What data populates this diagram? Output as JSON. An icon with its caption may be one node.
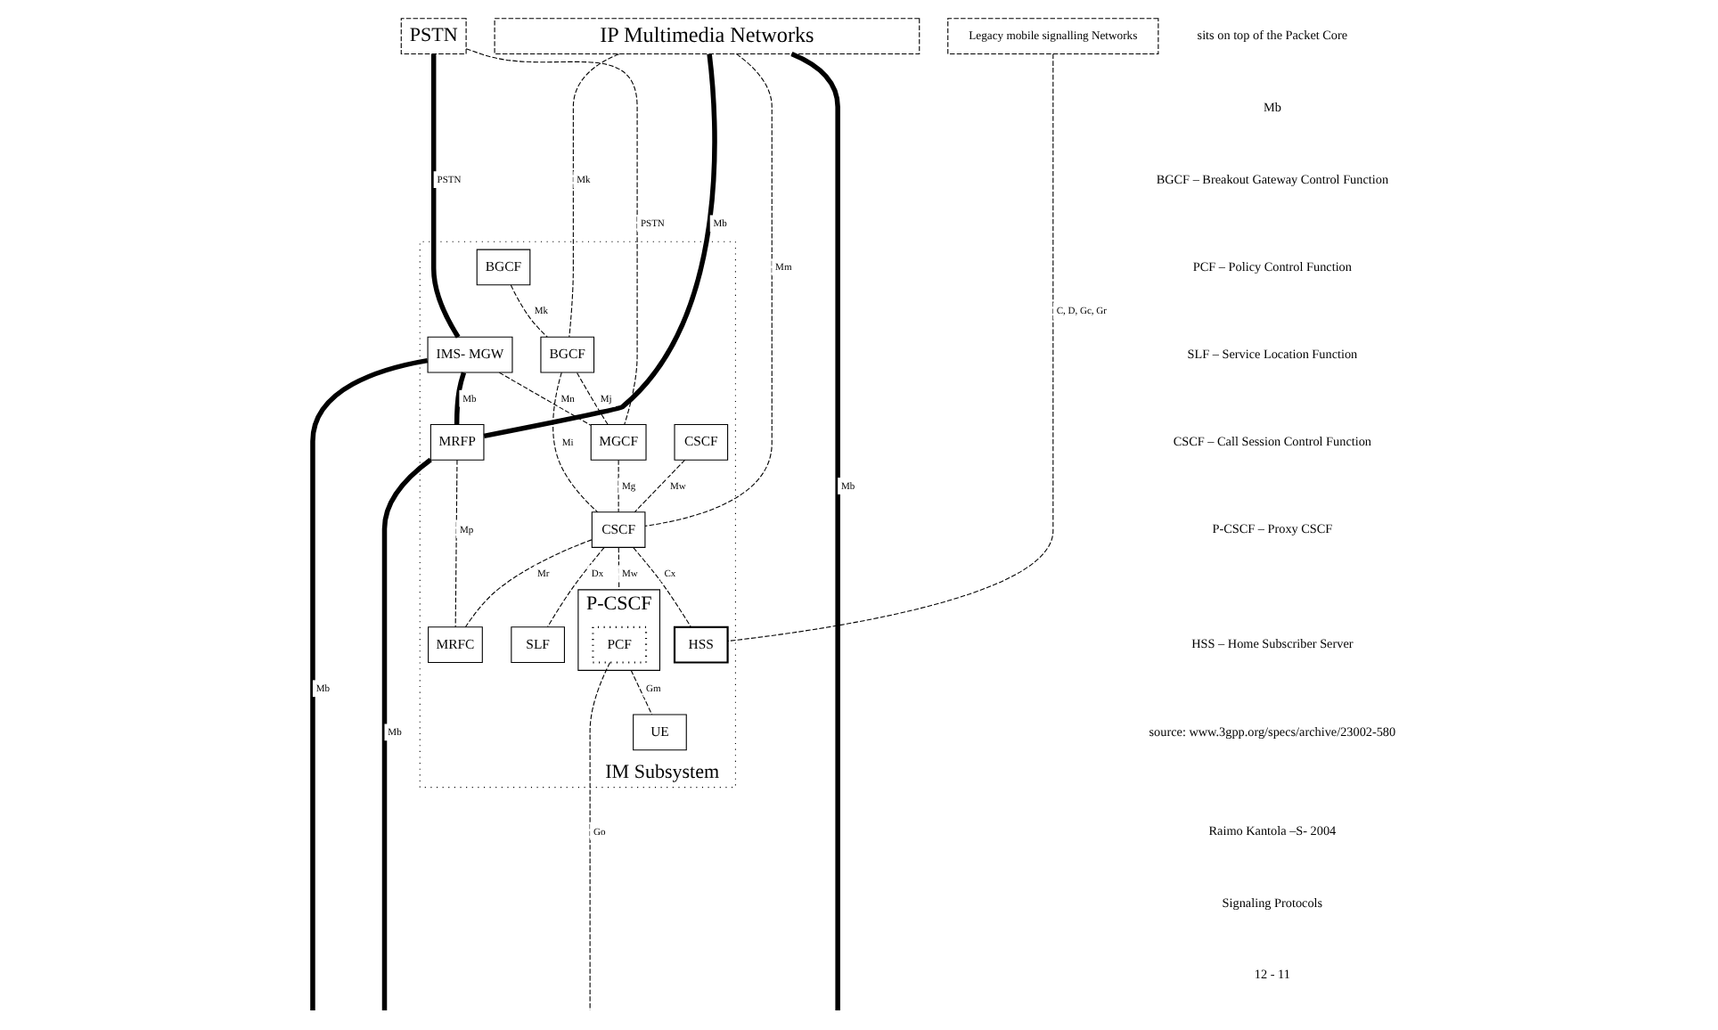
{
  "diagram": {
    "nodes": [
      {
        "text": [
          "IP Multimedia Networks"
        ]
      },
      {
        "text": [
          "Legacy mobile signalling Networks"
        ]
      },
      {
        "text": [
          "PSTN"
        ]
      },
      {
        "text": [
          "IM Subsystem"
        ]
      },
      {
        "text": [
          "BGCF"
        ],
        "in": 3
      },
      {
        "text": [
          "CSCF"
        ],
        "in": 3
      },
      {
        "text": [
          "BGCF"
        ],
        "in": 3
      },
      {
        "text": [
          "IMS- MGW"
        ],
        "in": 3
      },
      {
        "text": [
          "MGCF"
        ],
        "in": 3
      },
      {
        "text": [
          "CSCF"
        ],
        "in": 3
      },
      {
        "text": [
          "HSS"
        ],
        "in": 3
      },
      {
        "text": [
          "SLF"
        ],
        "in": 3
      },
      {
        "text": [
          "MRFP"
        ],
        "in": 3
      },
      {
        "text": [
          "MRFC"
        ],
        "in": 3
      },
      {
        "text": [
          "P-CSCF"
        ],
        "in": 3
      },
      {
        "text": [
          "PCF"
        ],
        "in": 14
      },
      {
        "text": [
          "UE"
        ],
        "in": 3
      }
    ],
    "edges": [
      {
        "from": 0,
        "to": null,
        "arrow": "none",
        "label": "Mb",
        "style": "thick"
      },
      {
        "from": 0,
        "to": 12,
        "arrow": "none",
        "label": "Mb",
        "style": "thick"
      },
      {
        "from": 12,
        "to": null,
        "arrow": "none",
        "label": "Mb",
        "style": "thick"
      },
      {
        "from": 2,
        "to": 7,
        "arrow": "none",
        "label": "PSTN",
        "style": "thick"
      },
      {
        "from": 7,
        "to": 12,
        "arrow": "none",
        "label": "Mb",
        "style": "thick"
      },
      {
        "from": 7,
        "to": null,
        "arrow": "none",
        "label": "Mb",
        "style": "thick"
      },
      {
        "from": 2,
        "to": 8,
        "arrow": "none",
        "label": "PSTN",
        "style": "dashed"
      },
      {
        "from": 0,
        "to": 6,
        "arrow": "none",
        "label": "Mk",
        "style": "dashed"
      },
      {
        "from": 4,
        "to": 6,
        "arrow": "none",
        "label": "Mk",
        "style": "dashed"
      },
      {
        "from": 5,
        "to": 9,
        "arrow": "none",
        "label": "Mw",
        "style": "dashed"
      },
      {
        "from": 0,
        "to": 9,
        "arrow": "none",
        "label": "Mm",
        "style": "dashed"
      },
      {
        "from": 1,
        "to": 10,
        "arrow": "none",
        "label": "C, D, Gc, Gr",
        "style": "dashed"
      },
      {
        "from": 6,
        "to": 8,
        "arrow": "none",
        "label": "Mj",
        "style": "dashed"
      },
      {
        "from": 6,
        "to": 9,
        "arrow": "none",
        "label": "Mi",
        "style": "dashed"
      },
      {
        "from": 7,
        "to": 8,
        "arrow": "none",
        "label": "Mn",
        "style": "dashed"
      },
      {
        "from": 8,
        "to": 9,
        "arrow": "none",
        "label": "Mg",
        "style": "dashed"
      },
      {
        "from": 9,
        "to": 10,
        "arrow": "none",
        "label": "Cx",
        "style": "dashed"
      },
      {
        "from": 9,
        "to": 11,
        "arrow": "none",
        "label": "Dx",
        "style": "dashed"
      },
      {
        "from": 9,
        "to": 13,
        "arrow": "none",
        "label": "Mr",
        "style": "dashed"
      },
      {
        "from": 9,
        "to": 14,
        "arrow": "none",
        "label": "Mw",
        "style": "dashed"
      },
      {
        "from": 12,
        "to": 13,
        "arrow": "none",
        "label": "Mp",
        "style": "dashed"
      },
      {
        "from": 14,
        "to": 16,
        "arrow": "none",
        "label": "Gm",
        "style": "dashed"
      },
      {
        "from": 15,
        "to": null,
        "arrow": "none",
        "label": "Go",
        "style": "dashed"
      }
    ],
    "labels": [
      "sits on top of the Packet Core",
      "Mb",
      "BGCF – Breakout Gateway Control Function",
      "PCF – Policy Control Function",
      "SLF – Service Location Function",
      "CSCF – Call Session Control Function",
      "P-CSCF – Proxy CSCF",
      "HSS – Home Subscriber Server",
      "source: www.3gpp.org/specs/archive/23002-580",
      "Raimo Kantola –S- 2004",
      "Signaling Protocols",
      "12 - 11"
    ]
  }
}
